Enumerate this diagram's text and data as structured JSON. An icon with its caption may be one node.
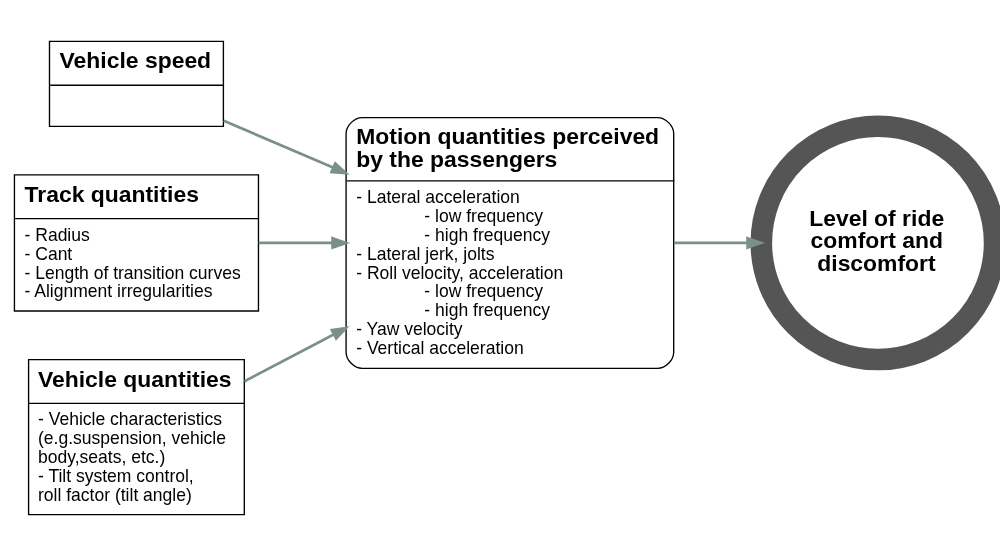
{
  "diagram": {
    "nodes": [
      {
        "text": [
          "Vehicle speed"
        ]
      },
      {
        "text": [
          "Track quantities",
          "- Radius",
          "- Cant",
          "- Length of transition curves",
          "- Alignment irregularities"
        ]
      },
      {
        "text": [
          "Vehicle quantities",
          "- Vehicle characteristics (e.g.suspension, vehicle body,seats, etc.)",
          "- Tilt system control, roll factor (tilt angle)"
        ]
      },
      {
        "text": [
          "Motion quantities perceived by the passengers",
          "- Lateral acceleration",
          "- low frequency",
          "- high frequency",
          "- Lateral jerk, jolts",
          "- Roll velocity, acceleration",
          "- low frequency",
          "- high frequency",
          "- Yaw velocity",
          "- Vertical acceleration"
        ]
      },
      {
        "text": [
          "Level of ride comfort and discomfort"
        ]
      }
    ],
    "edges": [
      {
        "from": 0,
        "to": 3,
        "arrow": "to"
      },
      {
        "from": 1,
        "to": 3,
        "arrow": "to"
      },
      {
        "from": 2,
        "to": 3,
        "arrow": "to"
      },
      {
        "from": 3,
        "to": 4,
        "arrow": "to"
      }
    ]
  }
}
